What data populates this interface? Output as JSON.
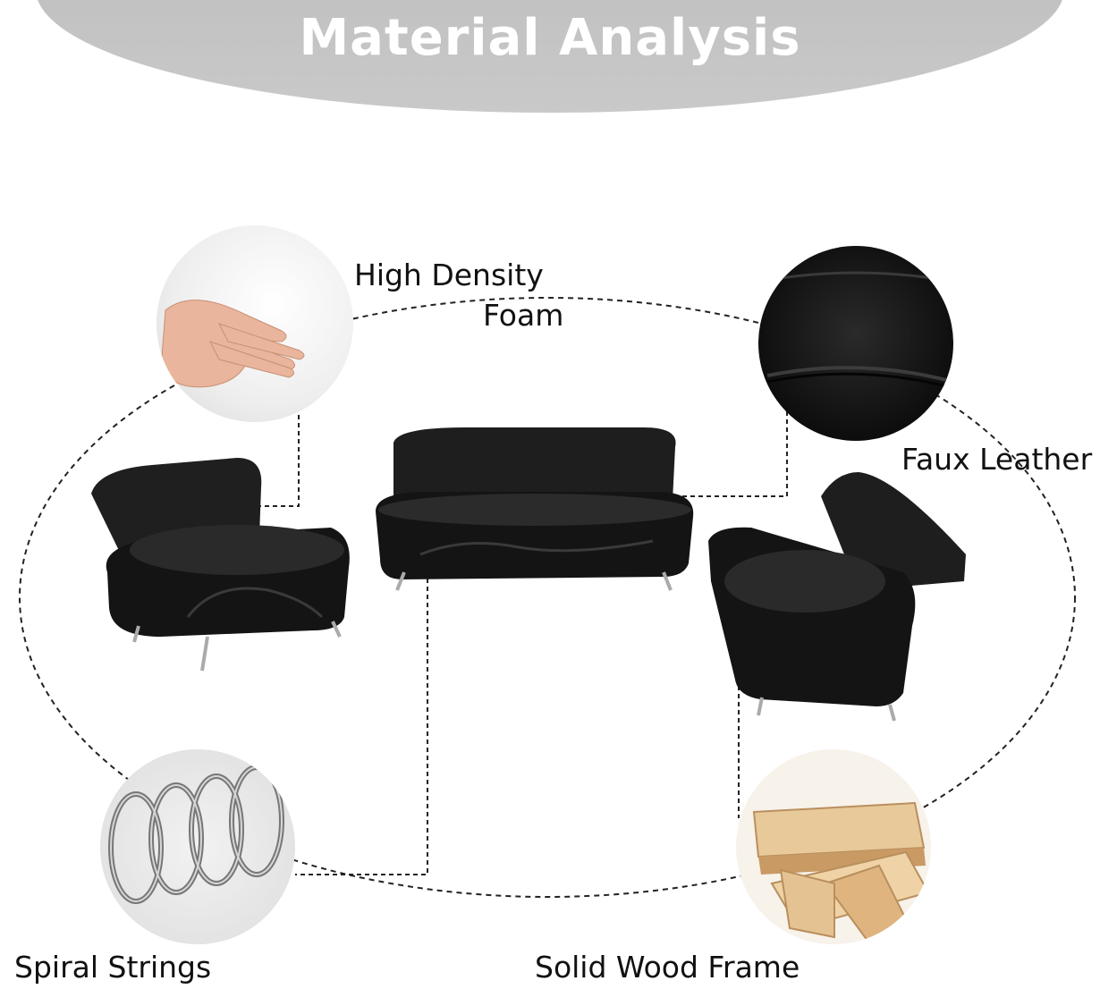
{
  "header": {
    "title": "Material Analysis"
  },
  "materials": {
    "foam_line1": "High Density",
    "foam_line2": "Foam",
    "leather": "Faux Leather",
    "springs": "Spiral Strings",
    "wood": "Solid Wood Frame"
  },
  "colors": {
    "header_band": "#c2c2c2",
    "title_text": "#ffffff",
    "sofa": "#1c1c1c",
    "callout_line": "#222222"
  },
  "icons": [
    "foam-hand-icon",
    "leather-swatch-icon",
    "spring-coil-icon",
    "wood-planks-icon"
  ]
}
